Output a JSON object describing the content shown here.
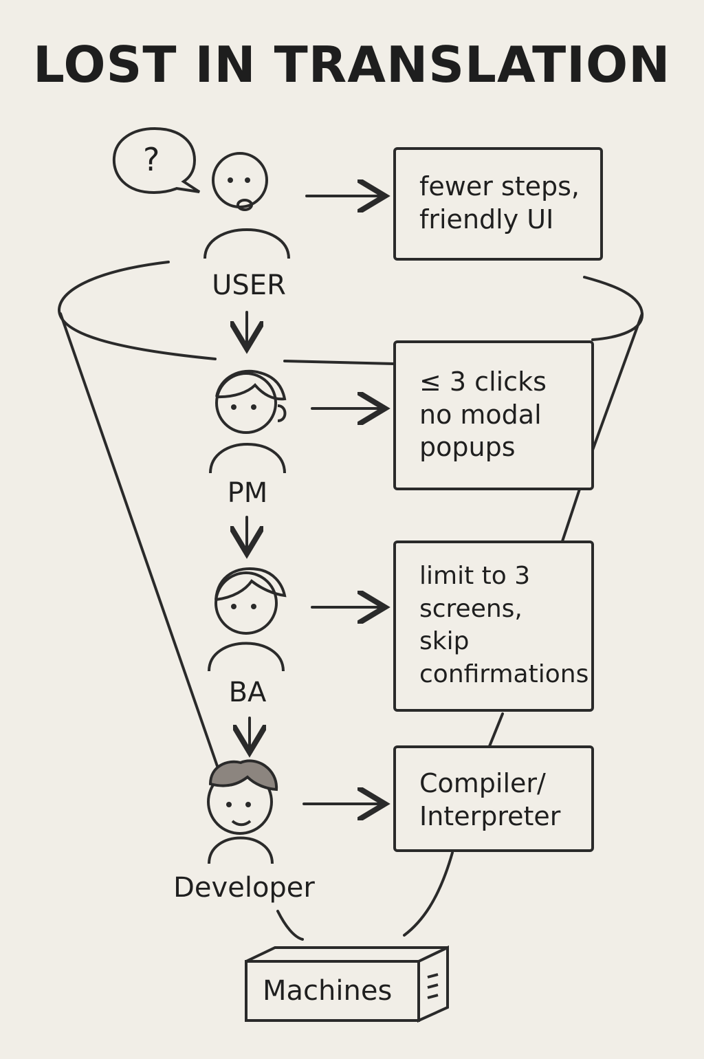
{
  "title": "LOST IN TRANSLATION",
  "speech_bubble": {
    "text": "?"
  },
  "roles": [
    {
      "id": "user",
      "label": "USER",
      "message": [
        "fewer steps,",
        "friendly UI"
      ]
    },
    {
      "id": "pm",
      "label": "PM",
      "message": [
        "≤ 3 clicks",
        "no modal",
        "popups"
      ]
    },
    {
      "id": "ba",
      "label": "BA",
      "message": [
        "limit to 3",
        "screens,",
        "skip",
        "confirmations"
      ]
    },
    {
      "id": "developer",
      "label": "Developer",
      "message": [
        "Compiler/",
        "Interpreter"
      ]
    }
  ],
  "machine": {
    "label": "Machines",
    "icon": "equals-icon"
  },
  "colors": {
    "background": "#f1eee7",
    "stroke": "#2a2a2a",
    "developer_hair": "#8c857f"
  }
}
